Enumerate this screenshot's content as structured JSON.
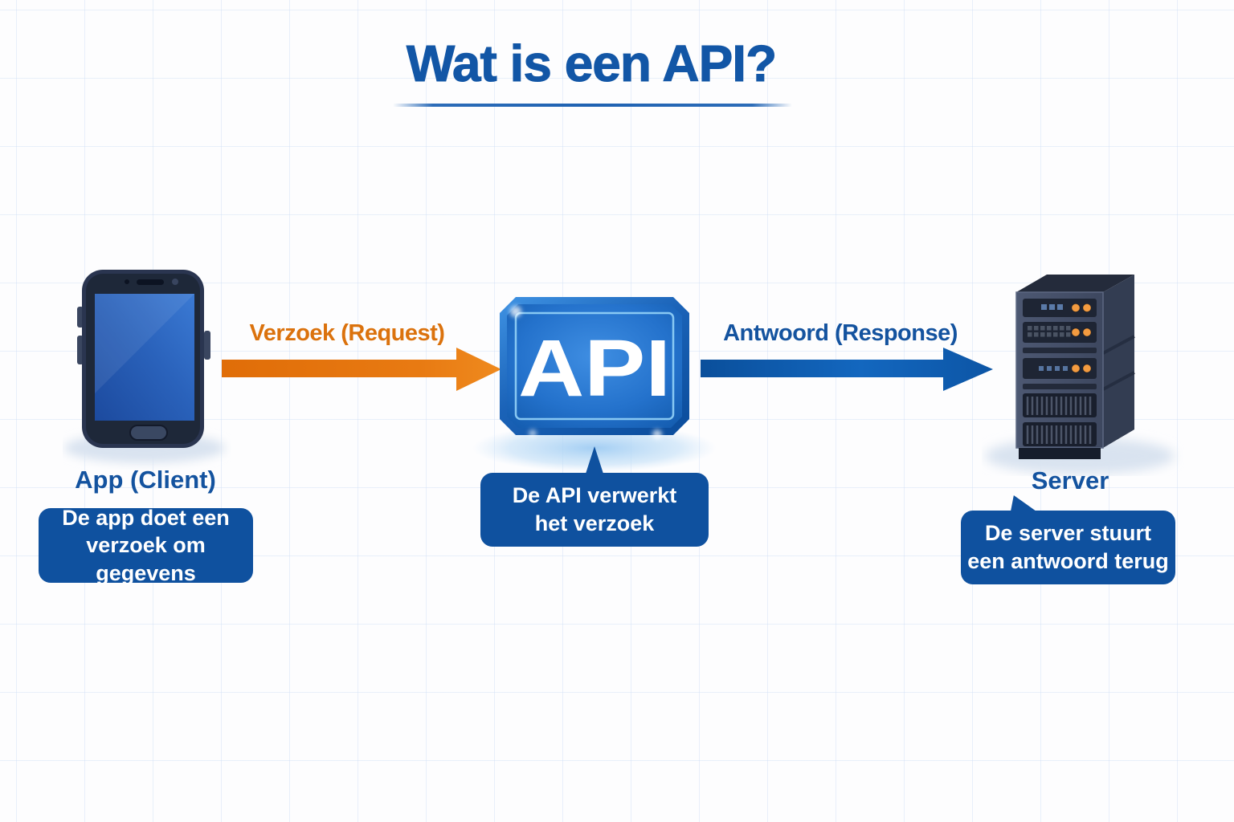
{
  "title": "Wat is een API?",
  "nodes": {
    "client": {
      "label": "App (Client)",
      "caption": "De app doet een\nverzoek om gegevens",
      "icon": "smartphone-icon"
    },
    "api": {
      "label": "API",
      "caption": "De API verwerkt\nhet verzoek",
      "icon": "api-box-icon"
    },
    "server": {
      "label": "Server",
      "caption": "De server stuurt\neen antwoord terug",
      "icon": "server-icon"
    }
  },
  "arrows": {
    "request": {
      "label": "Verzoek (Request)",
      "color": "#e8790f",
      "direction": "right"
    },
    "response": {
      "label": "Antwoord (Response)",
      "color": "#0d57a8",
      "direction": "right"
    }
  },
  "colors": {
    "title_blue": "#1256a6",
    "label_blue": "#14539f",
    "callout_bg": "#0f519f",
    "request_orange": "#e8790f",
    "response_blue": "#0d57a8",
    "api_panel_blue": "#2472cc"
  }
}
